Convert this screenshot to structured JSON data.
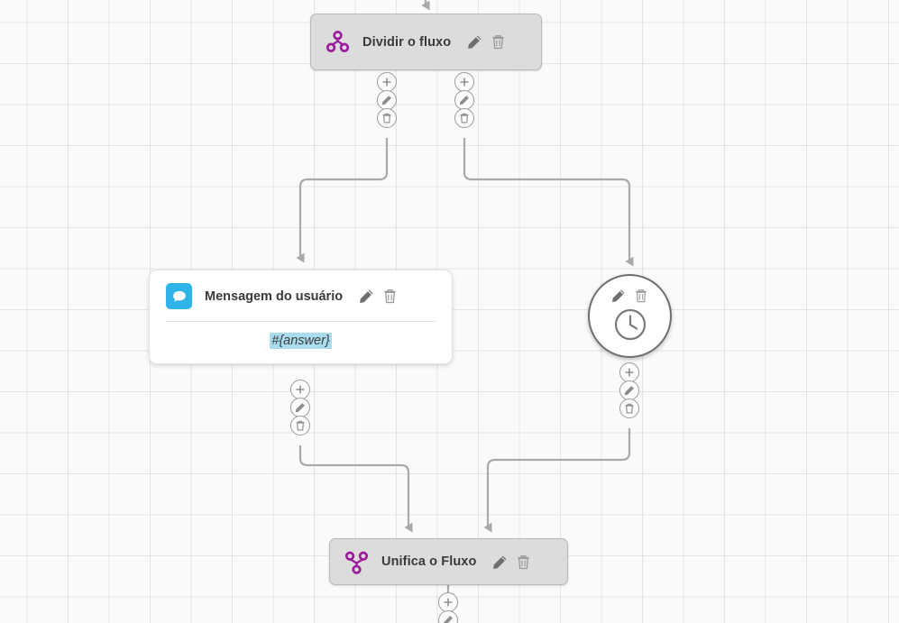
{
  "canvas": {
    "grid": true,
    "background_color": "#fafafa",
    "grid_line_color": "#bec8d7"
  },
  "nodes": [
    {
      "id": "split",
      "type": "gray-pill",
      "title": "Dividir o fluxo",
      "icon": "split-flow-icon",
      "icon_color": "#9c1a9c",
      "actions": [
        "edit-icon",
        "delete-icon"
      ]
    },
    {
      "id": "message",
      "type": "card",
      "title": "Mensagem do usuário",
      "icon": "chat-bubble-icon",
      "icon_color": "#2fb4e9",
      "body_token": "#{answer}",
      "token_highlight_color": "#aadcef",
      "actions": [
        "edit-icon",
        "delete-icon"
      ]
    },
    {
      "id": "timer",
      "type": "round",
      "title": "",
      "icon": "clock-icon",
      "actions": [
        "edit-icon",
        "delete-icon"
      ]
    },
    {
      "id": "merge",
      "type": "gray-pill",
      "title": "Unifica o Fluxo",
      "icon": "merge-flow-icon",
      "icon_color": "#9c1a9c",
      "actions": [
        "edit-icon",
        "delete-icon"
      ]
    }
  ],
  "connector_actions": {
    "add": "plus-icon",
    "edit": "edit-icon",
    "delete": "delete-icon"
  },
  "edges": {
    "stroke_color": "#a9a9a9",
    "arrow_color": "#a9a9a9"
  }
}
